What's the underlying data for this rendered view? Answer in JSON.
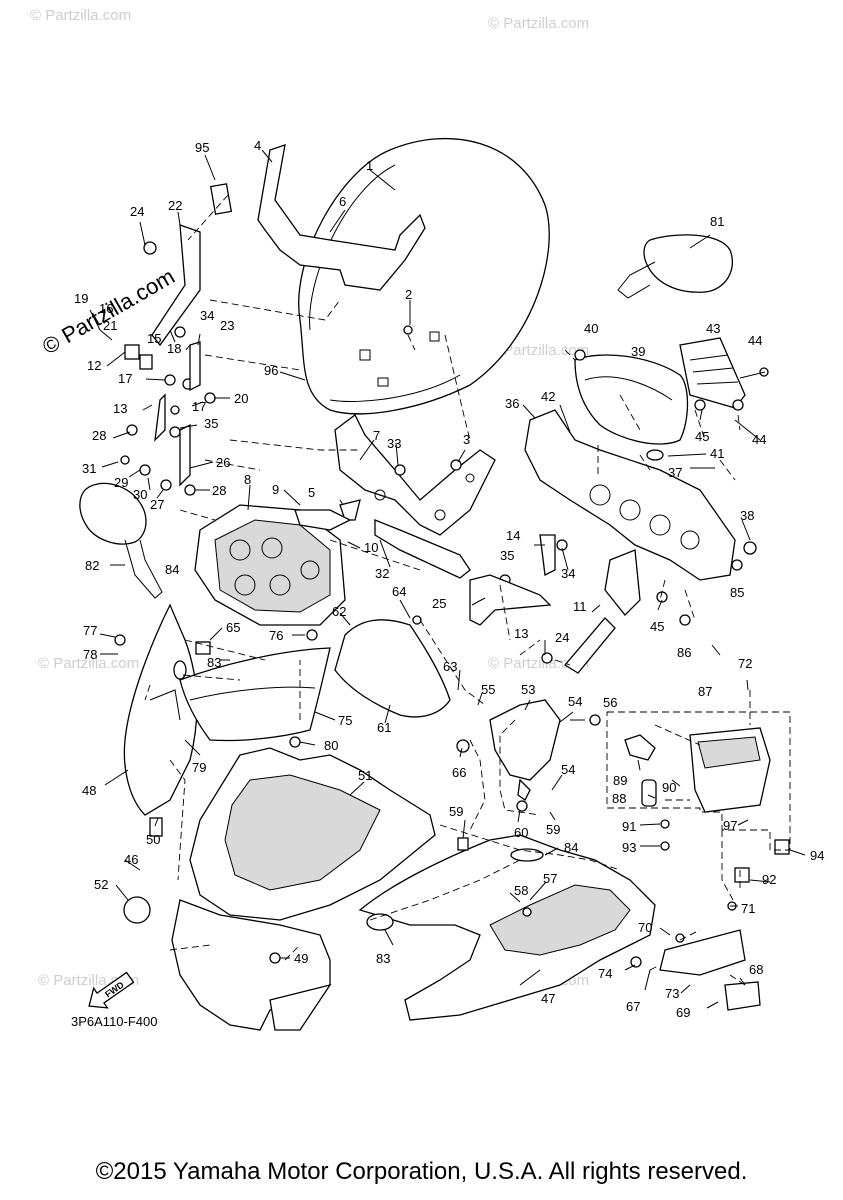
{
  "diagram_code": "3P6A110-F400",
  "copyright": "©2015 Yamaha Motor Corporation, U.S.A. All rights reserved.",
  "watermark": "© Partzilla.com",
  "fwd_label": "FWD",
  "part_labels": {
    "p1": "1",
    "p2": "2",
    "p3": "3",
    "p4": "4",
    "p5": "5",
    "p6": "6",
    "p7": "7",
    "p8": "8",
    "p9": "9",
    "p10": "10",
    "p11": "11",
    "p12": "12",
    "p13a": "13",
    "p13b": "13",
    "p14": "14",
    "p15": "15",
    "p16": "16",
    "p17a": "17",
    "p17b": "17",
    "p18": "18",
    "p19": "19",
    "p20": "20",
    "p21": "21",
    "p22": "22",
    "p23": "23",
    "p24a": "24",
    "p24b": "24",
    "p25": "25",
    "p26": "26",
    "p27": "27",
    "p28a": "28",
    "p28b": "28",
    "p29": "29",
    "p30": "30",
    "p31": "31",
    "p32": "32",
    "p33": "33",
    "p34a": "34",
    "p34b": "34",
    "p35a": "35",
    "p35b": "35",
    "p36": "36",
    "p37": "37",
    "p38": "38",
    "p39": "39",
    "p40": "40",
    "p41": "41",
    "p42": "42",
    "p43": "43",
    "p44a": "44",
    "p44b": "44",
    "p45a": "45",
    "p45b": "45",
    "p46": "46",
    "p47": "47",
    "p48": "48",
    "p49": "49",
    "p50": "50",
    "p51": "51",
    "p52": "52",
    "p53": "53",
    "p54a": "54",
    "p54b": "54",
    "p55": "55",
    "p56": "56",
    "p57": "57",
    "p58": "58",
    "p59a": "59",
    "p59b": "59",
    "p60": "60",
    "p61": "61",
    "p62": "62",
    "p63": "63",
    "p64": "64",
    "p65": "65",
    "p66": "66",
    "p67": "67",
    "p68": "68",
    "p69": "69",
    "p70": "70",
    "p71": "71",
    "p72": "72",
    "p73": "73",
    "p74": "74",
    "p75": "75",
    "p76": "76",
    "p77": "77",
    "p78": "78",
    "p79": "79",
    "p80": "80",
    "p81": "81",
    "p82": "82",
    "p83a": "83",
    "p83b": "83",
    "p84a": "84",
    "p84b": "84",
    "p85": "85",
    "p86": "86",
    "p87": "87",
    "p88": "88",
    "p89": "89",
    "p90": "90",
    "p91": "91",
    "p92": "92",
    "p93": "93",
    "p94": "94",
    "p95": "95",
    "p96": "96",
    "p97": "97"
  }
}
